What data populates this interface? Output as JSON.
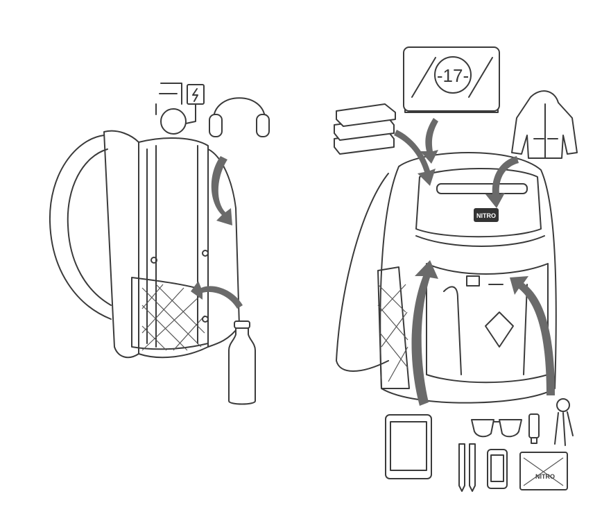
{
  "illustration": {
    "laptop_sticker_text": "-17-",
    "brand_logo_text": "NITRO",
    "wallet_logo_text": "NITRO",
    "line_color": "#3a3a3a",
    "arrow_color": "#6a6a6a"
  }
}
